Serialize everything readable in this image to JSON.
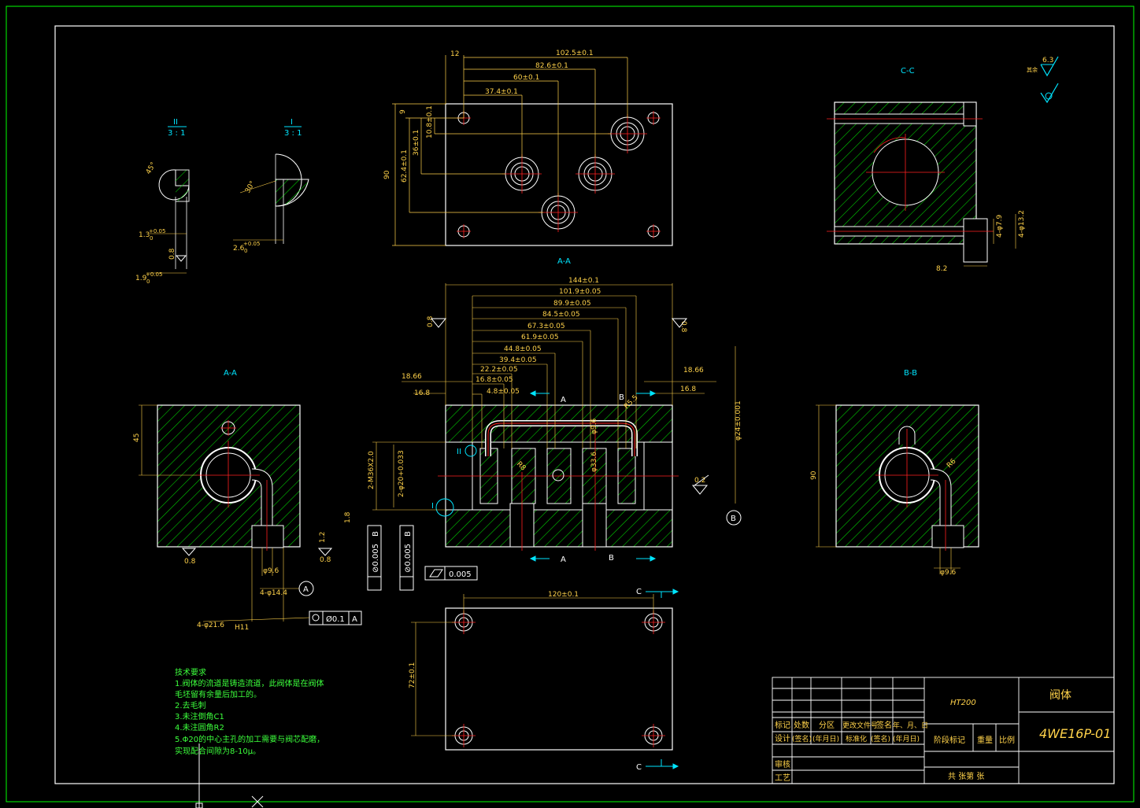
{
  "views": {
    "top": {
      "dims": [
        "12",
        "102.5±0.1",
        "82.6±0.1",
        "60±0.1",
        "37.4±0.1",
        "90",
        "62.4±0.1",
        "36±0.1",
        "10.8±0.1",
        "9"
      ]
    },
    "detail2": {
      "label": "II",
      "scale": "3 : 1",
      "dims": [
        "1.3",
        "+0.05",
        "0",
        "0.8",
        "1.9",
        "+0.05",
        "0",
        "45°"
      ]
    },
    "detail1": {
      "label": "I",
      "scale": "3 : 1",
      "dims": [
        "2.6",
        "+0.05",
        "0",
        "30°"
      ]
    },
    "section_cc": {
      "title": "C-C",
      "dims": [
        "8.2",
        "4-φ7.9",
        "4-φ13.2"
      ]
    },
    "roughness": {
      "value": "6.3",
      "note": "其余"
    },
    "section_aa_center": {
      "title": "A-A",
      "dims": [
        "144±0.1",
        "101.9±0.05",
        "89.9±0.05",
        "84.5±0.05",
        "67.3±0.05",
        "61.9±0.05",
        "44.8±0.05",
        "39.4±0.05",
        "22.2±0.05",
        "16.8±0.05",
        "4.8±0.05",
        "18.66",
        "16.8",
        "18.66",
        "16.8",
        "φ24±0.001",
        "φ33.6",
        "φ9.6",
        "2-M36X2.0",
        "2-φ20+0.033",
        "0.8",
        "0.8",
        "0.2",
        "R8",
        "R5.5",
        "0.005"
      ]
    },
    "section_aa_left": {
      "title": "A-A",
      "dims": [
        "45",
        "φ9.6",
        "4-φ14.4",
        "4-φ21.6",
        "H11",
        "0.8",
        "0.8",
        "1.2",
        "1.8",
        "φ0.1"
      ]
    },
    "section_bb": {
      "title": "B-B",
      "dims": [
        "90",
        "R6",
        "φ9.6"
      ]
    },
    "bottom": {
      "dims": [
        "120±0.1",
        "72±0.1"
      ],
      "cut": "C"
    },
    "datums": [
      "A",
      "B",
      "B",
      "A",
      "I",
      "II"
    ],
    "fcf": [
      {
        "sym": "⊘0.005",
        "datum": "B"
      },
      {
        "sym": "⊘0.005",
        "datum": "B"
      },
      {
        "sym": "0.005"
      },
      {
        "sym": "Ø0.1",
        "datum": "A"
      }
    ]
  },
  "notes": {
    "title": "技术要求",
    "lines": [
      "1.阀体的流道是铸造流道，此阀体是在阀体",
      "毛坯留有余量后加工的。",
      "2.去毛刺",
      "3.未注倒角C1",
      "4.未注圆角R2",
      "5.Φ20的中心主孔的加工需要与阀芯配磨，",
      "实现配合间隙为8-10μ。"
    ]
  },
  "title_block": {
    "material": "HT200",
    "part_name": "阀体",
    "drawing_no": "4WE16P-01",
    "row1": [
      "标记",
      "处数",
      "分区",
      "更改文件号",
      "签名",
      "年、月、日"
    ],
    "row2": [
      "设计",
      "(签名)",
      "(年月日)",
      "标准化",
      "(签名)",
      "(年月日)"
    ],
    "row3": [
      "审核"
    ],
    "row4": [
      "工艺"
    ],
    "stage": "阶段标记",
    "weight": "重量",
    "scale": "比例",
    "sheets": "共  张第  张"
  },
  "colors": {
    "frame": "#00ff00",
    "hatch": "#00c800",
    "dim": "#ffd24a",
    "center": "#ff2020",
    "cyan": "#00e5ff"
  }
}
